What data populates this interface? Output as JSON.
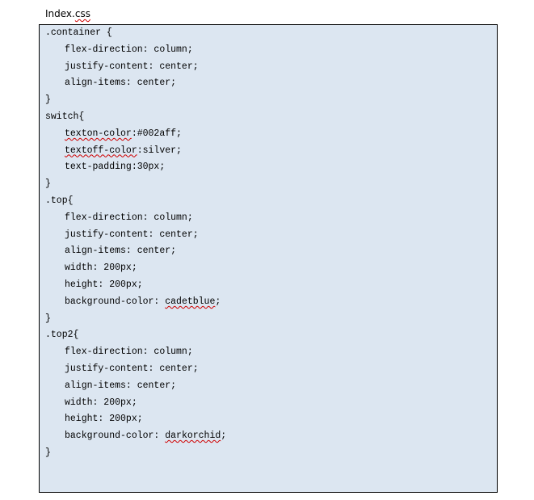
{
  "document": {
    "filename": "Index.css"
  },
  "code_lines": [
    {
      "text": ".container {",
      "indent": 0
    },
    {
      "text": "flex-direction: column;",
      "indent": 1
    },
    {
      "text": "justify-content: center;",
      "indent": 1
    },
    {
      "text": "align-items: center;",
      "indent": 1
    },
    {
      "text": "}",
      "indent": 0
    },
    {
      "text": "switch{",
      "indent": 0
    },
    {
      "text": "texton-color:#002aff;",
      "indent": 1
    },
    {
      "text": "textoff-color:silver;",
      "indent": 1
    },
    {
      "text": "text-padding:30px;",
      "indent": 1
    },
    {
      "text": "}",
      "indent": 0
    },
    {
      "text": ".top{",
      "indent": 0
    },
    {
      "text": "flex-direction: column;",
      "indent": 1
    },
    {
      "text": "justify-content: center;",
      "indent": 1
    },
    {
      "text": "align-items: center;",
      "indent": 1
    },
    {
      "text": "width: 200px;",
      "indent": 1
    },
    {
      "text": "height: 200px;",
      "indent": 1
    },
    {
      "text": "background-color: cadetblue;",
      "indent": 1
    },
    {
      "text": "}",
      "indent": 0
    },
    {
      "text": ".top2{",
      "indent": 0
    },
    {
      "text": "flex-direction: column;",
      "indent": 1
    },
    {
      "text": "justify-content: center;",
      "indent": 1
    },
    {
      "text": "align-items: center;",
      "indent": 1
    },
    {
      "text": "width: 200px;",
      "indent": 1
    },
    {
      "text": "height: 200px;",
      "indent": 1
    },
    {
      "text": "background-color: darkorchid;",
      "indent": 1
    },
    {
      "text": "}",
      "indent": 0
    }
  ],
  "spellcheck_flagged_words": [
    "texton-color",
    "textoff-color",
    "cadetblue",
    "darkorchid",
    "css"
  ],
  "colors": {
    "code_background": "#dce6f1",
    "spellcheck_underline": "#d00000"
  }
}
